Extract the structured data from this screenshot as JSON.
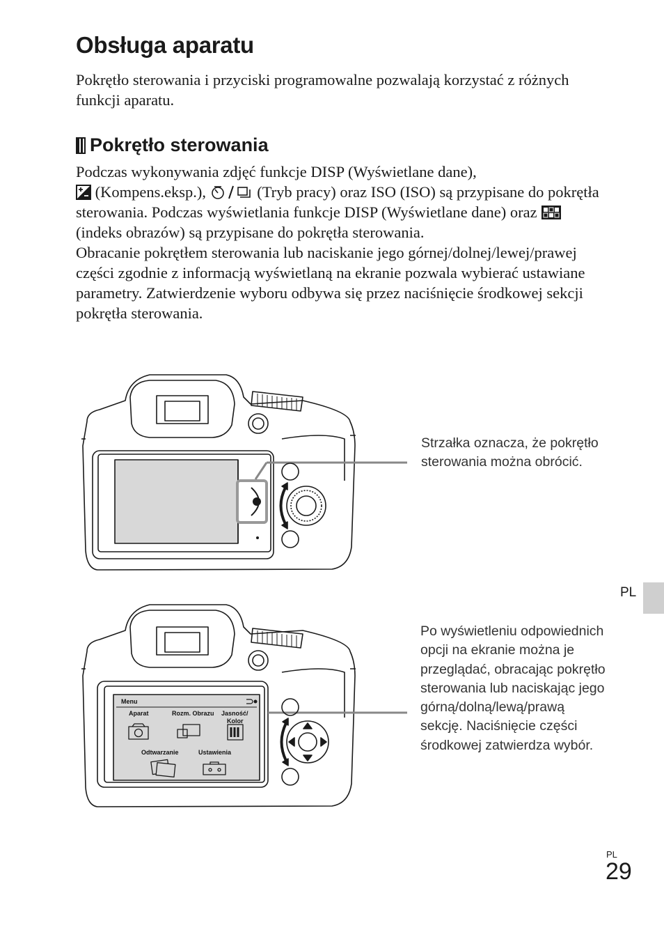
{
  "title": "Obsługa aparatu",
  "intro": "Pokrętło sterowania i przyciski programowalne pozwalają korzystać z różnych funkcji aparatu.",
  "section": {
    "heading": "Pokrętło sterowania",
    "p1_a": "Podczas wykonywania zdjęć funkcje DISP (Wyświetlane dane),",
    "p1_b": "(Kompens.eksp.),",
    "p1_c": "(Tryb pracy) oraz ISO (ISO) są przypisane do pokrętła sterowania. Podczas wyświetlania funkcje DISP (Wyświetlane dane) oraz",
    "p1_d": "(indeks obrazów) są przypisane do pokrętła sterowania.",
    "p2": "Obracanie pokrętłem sterowania lub naciskanie jego górnej/dolnej/lewej/prawej części zgodnie z informacją wyświetlaną na ekranie pozwala wybierać ustawiane parametry. Zatwierdzenie wyboru odbywa się przez naciśnięcie środkowej sekcji pokrętła sterowania."
  },
  "figure1": {
    "callout": "Strzałka oznacza, że pokrętło sterowania można obrócić."
  },
  "figure2": {
    "callout": "Po wyświetleniu odpowiednich opcji na ekranie można je przeglądać, obracając pokrętło sterowania lub naciskając jego górną/dolną/lewą/prawą sekcję. Naciśnięcie części środkowej zatwierdza wybór.",
    "menu": {
      "title": "Menu",
      "items": [
        "Aparat",
        "Rozm. Obrazu",
        "Jasność/",
        "Kolor",
        "Odtwarzanie",
        "Ustawienia"
      ]
    }
  },
  "side_tab": "PL",
  "footer": {
    "lang": "PL",
    "page_number": "29"
  }
}
